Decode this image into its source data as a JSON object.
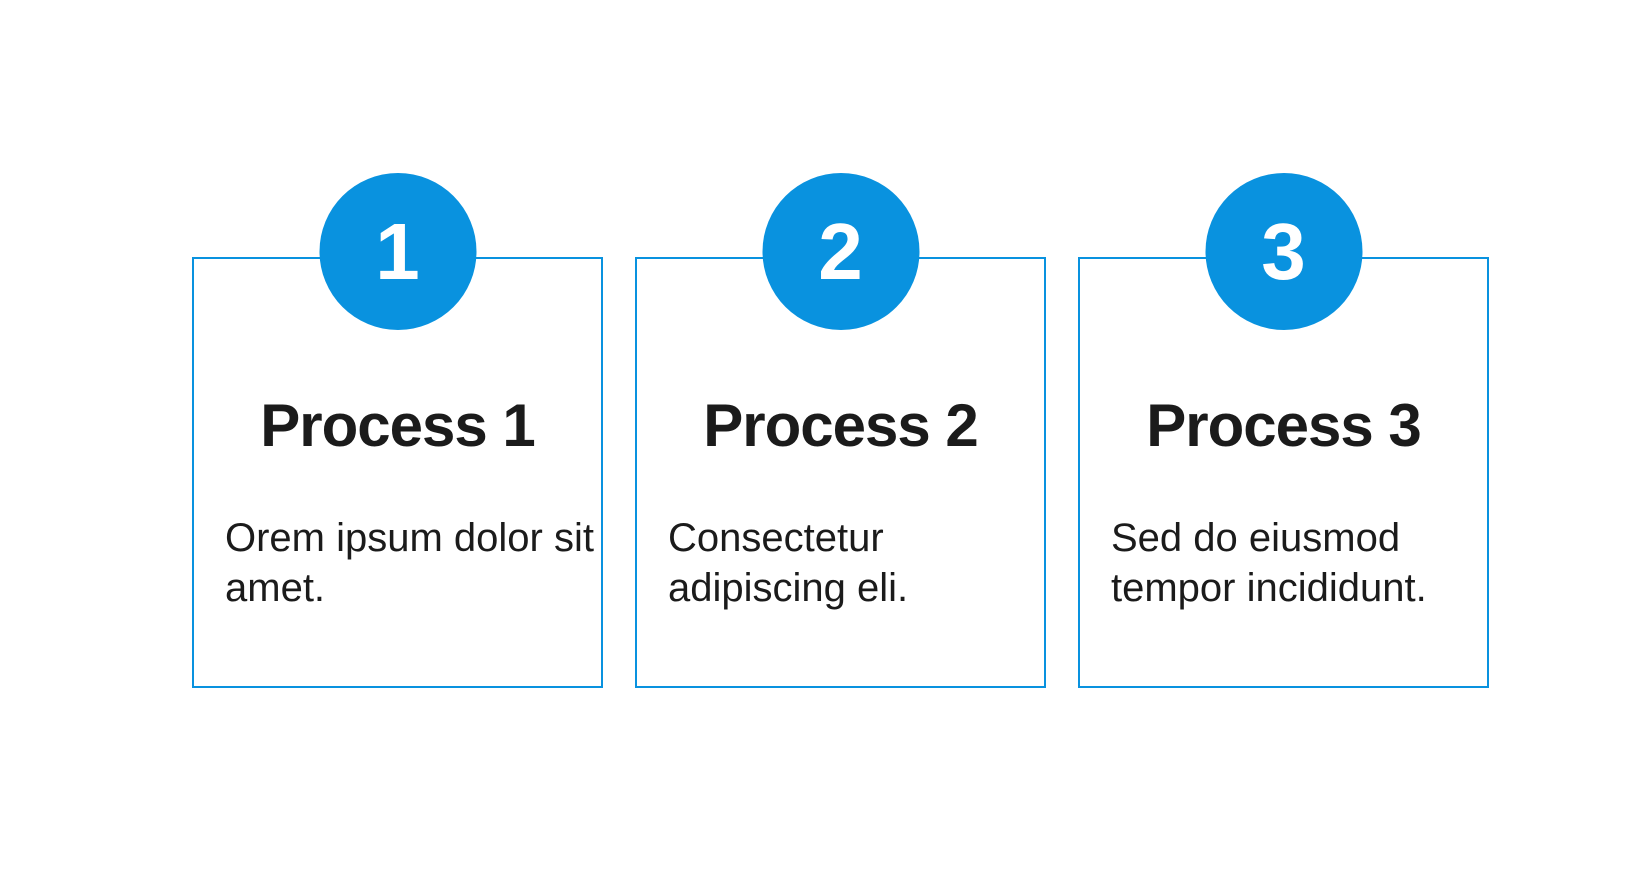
{
  "diagram": {
    "accent_color": "#0992df",
    "text_color": "#1b1b1b",
    "steps": [
      {
        "number": "1",
        "title": "Process 1",
        "lines": [
          "Orem ipsum dolor sit",
          "amet."
        ]
      },
      {
        "number": "2",
        "title": "Process 2",
        "lines": [
          "Consectetur",
          "adipiscing eli."
        ]
      },
      {
        "number": "3",
        "title": "Process 3",
        "lines": [
          "Sed do eiusmod",
          "tempor incididunt."
        ]
      }
    ]
  }
}
